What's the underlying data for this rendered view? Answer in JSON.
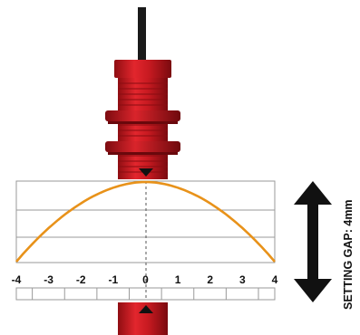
{
  "diagram": {
    "setting_gap_label": "SETTING GAP:  4mm",
    "axis": {
      "ticks": [
        "-4",
        "-3",
        "-2",
        "-1",
        "0",
        "1",
        "2",
        "3",
        "4"
      ],
      "range": [
        -4,
        4
      ]
    },
    "curve": {
      "shape": "arch",
      "peak_x": 0,
      "ends_x": [
        -4,
        4
      ],
      "color": "#E8921A"
    },
    "sensor": {
      "body_color": "#D01B22",
      "cable_color": "#1a1a1a",
      "marker_icon": "triangle-down-icon"
    },
    "target": {
      "body_color": "#D01B22",
      "marker_icon": "triangle-up-icon"
    },
    "arrow_icon": "double-arrow-vertical-icon"
  }
}
